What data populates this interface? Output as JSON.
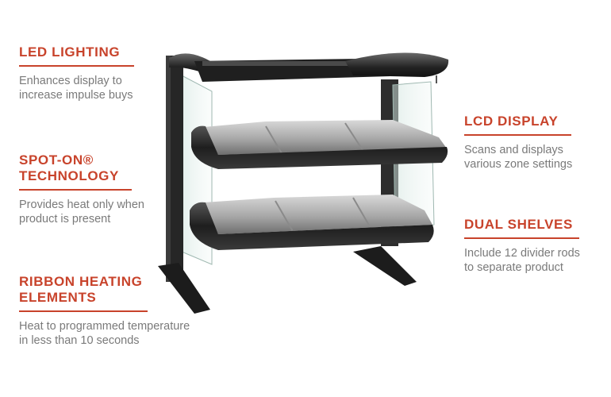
{
  "features": {
    "led": {
      "title": "LED LIGHTING",
      "description": "Enhances display to\nincrease impulse buys"
    },
    "spot_on": {
      "title": "SPOT-ON®\nTECHNOLOGY",
      "description": "Provides heat only when\nproduct is present"
    },
    "ribbon": {
      "title": "RIBBON HEATING\nELEMENTS",
      "description": "Heat to programmed temperature\nin less than 10 seconds"
    },
    "lcd": {
      "title": "LCD DISPLAY",
      "description": "Scans and displays\nvarious zone settings"
    },
    "dual": {
      "title": "DUAL SHELVES",
      "description": "Include 12 divider rods\nto separate product"
    }
  },
  "colors": {
    "accent": "#c8432b",
    "body_text": "#7a7a7a",
    "frame": "#2a2a2a"
  }
}
